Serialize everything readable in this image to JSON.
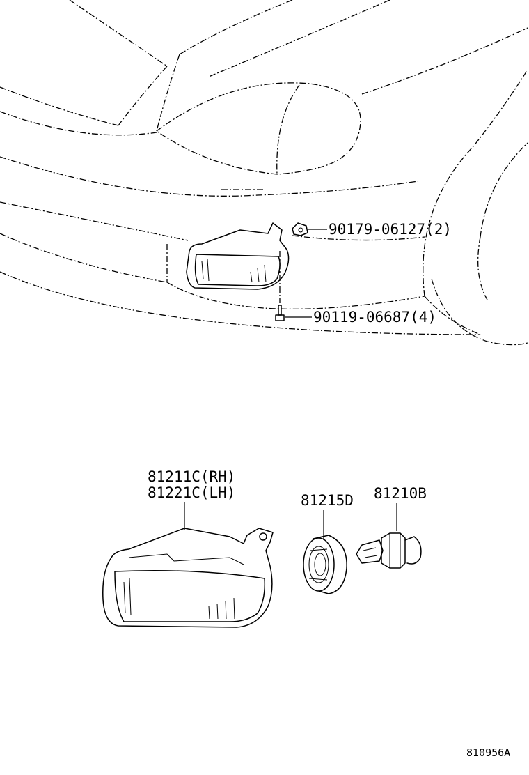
{
  "parts": {
    "nut_label": "90179-06127(2)",
    "screw_label": "90119-06687(4)",
    "lamp_rh_label": "81211C(RH)",
    "lamp_lh_label": "81221C(LH)",
    "socket_label": "81215D",
    "bulb_label": "81210B"
  },
  "diagram_code": "810956A"
}
